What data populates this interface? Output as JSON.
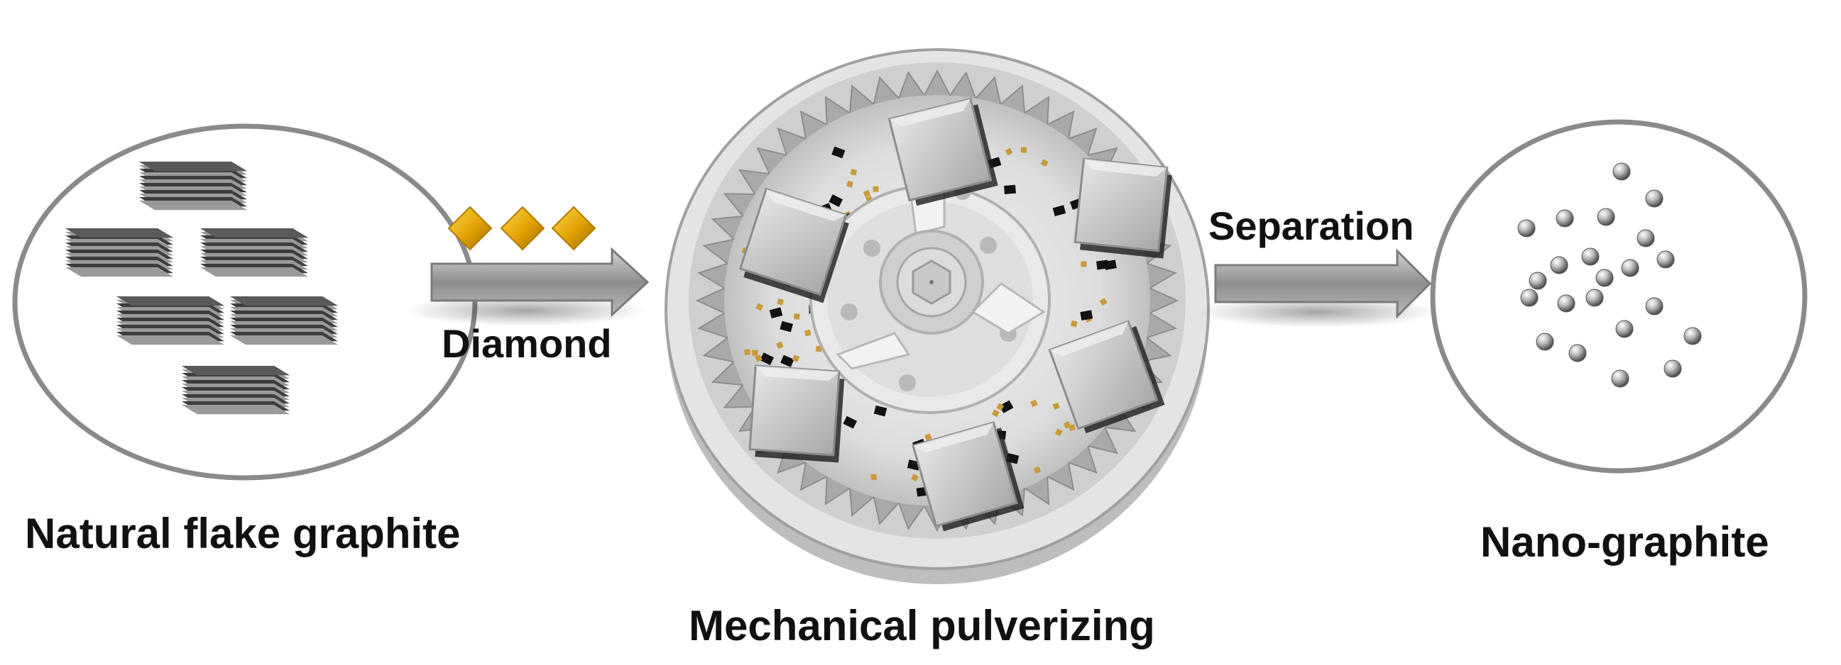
{
  "labels": {
    "natural": "Natural flake graphite",
    "mechanical": "Mechanical pulverizing",
    "nano": "Nano-graphite",
    "diamond": "Diamond",
    "separation": "Separation"
  },
  "colors": {
    "outline": "#808080",
    "graphite_dark": "#3d3d3d",
    "graphite_light": "#9a9a9a",
    "diamond": "#e0a000",
    "arrow": "#9d9d9d",
    "mill_rim": "#c8c8c8"
  }
}
